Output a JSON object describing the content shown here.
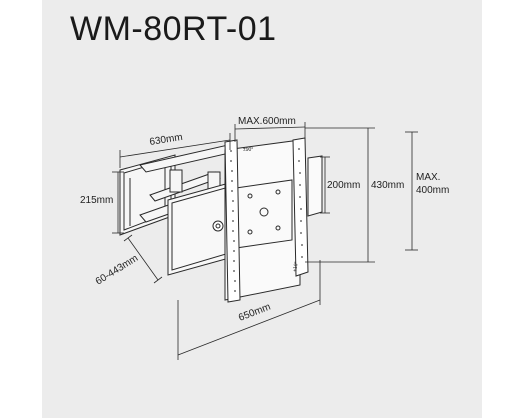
{
  "title": "WM-80RT-01",
  "dimensions": {
    "width_630": "630mm",
    "max_600": "MAX.600mm",
    "height_215": "215mm",
    "depth": "60-443mm",
    "width_650": "650mm",
    "height_200": "200mm",
    "height_430": "430mm",
    "max_400_line1": "MAX.",
    "max_400_line2": "400mm",
    "tilt": "±10°",
    "swivel": "±90°"
  },
  "colors": {
    "background": "#ececec",
    "line": "#2a2a2a",
    "text": "#1a1a1a"
  }
}
